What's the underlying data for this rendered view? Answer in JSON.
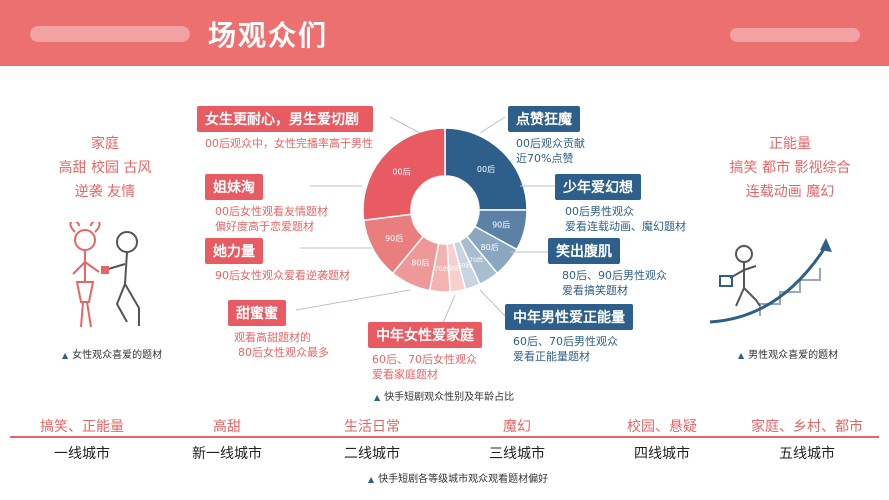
{
  "header": {
    "title": "场观众们",
    "bar_color": "#ec7070"
  },
  "left_panel": {
    "lines": [
      "家庭",
      "高甜  校园  古风",
      "逆袭  友情"
    ],
    "caption": "女性观众喜爱的题材",
    "icon": "female-figure-icon"
  },
  "right_panel": {
    "lines": [
      "正能量",
      "搞笑  都市  影视综合",
      "连载动画    魔幻"
    ],
    "caption": "男性观众喜爱的题材",
    "icon": "male-figure-stairs-icon"
  },
  "pie_caption": "快手短剧观众性别及年龄占比",
  "bottom_caption": "快手短剧各等级城市观众观看题材偏好",
  "female_notes": [
    {
      "tag": "女生更耐心，男生爱切剧",
      "desc": [
        "00后观众中，女性完播率高于男性"
      ]
    },
    {
      "tag": "姐妹淘",
      "desc": [
        "00后女性观看友情题材",
        "偏好度高于恋爱题材"
      ]
    },
    {
      "tag": "她力量",
      "desc": [
        "90后女性观众爱看逆袭题材"
      ]
    },
    {
      "tag": "甜蜜蜜",
      "desc": [
        "观看高甜题材的",
        "80后女性观众最多"
      ]
    },
    {
      "tag": "中年女性爱家庭",
      "desc": [
        "60后、70后女性观众",
        "爱看家庭题材"
      ]
    }
  ],
  "male_notes": [
    {
      "tag": "点赞狂魔",
      "desc": [
        "00后观众贡献",
        "近70%点赞"
      ]
    },
    {
      "tag": "少年爱幻想",
      "desc": [
        "00后男性观众",
        "爱看连载动画、魔幻题材"
      ]
    },
    {
      "tag": "笑出腹肌",
      "desc": [
        "80后、90后男性观众",
        "爱看搞笑题材"
      ]
    },
    {
      "tag": "中年男性爱正能量",
      "desc": [
        "60后、70后男性观众",
        "爱看正能量题材"
      ]
    }
  ],
  "city_tiers": [
    {
      "topic": "搞笑、正能量",
      "tier": "一线城市"
    },
    {
      "topic": "高甜",
      "tier": "新一线城市"
    },
    {
      "topic": "生活日常",
      "tier": "二线城市"
    },
    {
      "topic": "魔幻",
      "tier": "三线城市"
    },
    {
      "topic": "校园、悬疑",
      "tier": "四线城市"
    },
    {
      "topic": "家庭、乡村、都市",
      "tier": "五线城市"
    }
  ],
  "colors": {
    "female": "#e86565",
    "male": "#2e5f8a"
  },
  "chart_data": {
    "type": "pie",
    "title": "快手短剧观众性别及年龄占比",
    "donut": true,
    "slices": [
      {
        "label": "00后",
        "group": "male",
        "value": 25,
        "color": "#2e5f8a"
      },
      {
        "label": "90后",
        "group": "male",
        "value": 8,
        "color": "#5b82a6"
      },
      {
        "label": "80后",
        "group": "male",
        "value": 6,
        "color": "#8aa6c1"
      },
      {
        "label": "70后",
        "group": "male",
        "value": 4,
        "color": "#a9bdd1"
      },
      {
        "label": "60后",
        "group": "male",
        "value": 3,
        "color": "#c7d4e2"
      },
      {
        "label": "60后",
        "group": "female",
        "value": 3,
        "color": "#f7cfcf"
      },
      {
        "label": "70后",
        "group": "female",
        "value": 4,
        "color": "#f3b3b3"
      },
      {
        "label": "80后",
        "group": "female",
        "value": 8,
        "color": "#ee9898"
      },
      {
        "label": "90后",
        "group": "female",
        "value": 12,
        "color": "#ea7d7d"
      },
      {
        "label": "00后",
        "group": "female",
        "value": 27,
        "color": "#e85b62"
      }
    ]
  }
}
